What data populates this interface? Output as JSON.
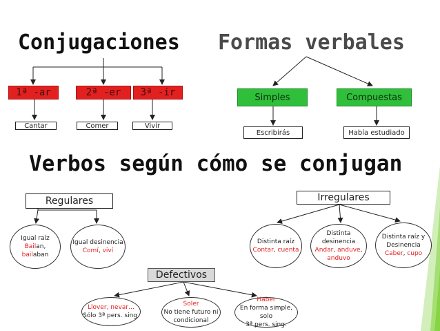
{
  "titles": {
    "conjugaciones": "Conjugaciones",
    "formas": "Formas verbales",
    "verbos": "Verbos según cómo se conjugan"
  },
  "conj": {
    "items": [
      {
        "label": "1ª -ar",
        "example": "Cantar"
      },
      {
        "label": "2ª -er",
        "example": "Comer"
      },
      {
        "label": "3ª -ir",
        "example": "Vivir"
      }
    ]
  },
  "formas": {
    "items": [
      {
        "label": "Simples",
        "example": "Escribirás"
      },
      {
        "label": "Compuestas",
        "example": "Había estudiado"
      }
    ]
  },
  "regulares": {
    "label": "Regulares",
    "a": {
      "l1": "Igual raíz",
      "l2a": "Bail",
      "l2b": "an, ",
      "l2c": "bail",
      "l2d": "aban"
    },
    "b": {
      "l1": "Igual desinencia",
      "l2a": "Comí",
      "l2b": ", ",
      "l2c": "viví"
    }
  },
  "irregulares": {
    "label": "Irregulares",
    "a": {
      "l1": "Distinta raíz",
      "l2a": "Contar",
      "l2b": ", ",
      "l2c": "cuenta"
    },
    "b": {
      "l1": "Distinta desinencia",
      "l2a": "Andar",
      "l2b": ", ",
      "l2c": "anduve",
      "l2d": ", ",
      "l2e": "anduvo"
    },
    "c": {
      "l1": "Distinta raíz y",
      "l2": "Desinencia",
      "l3a": "Caber",
      "l3b": ", ",
      "l3c": "cupo"
    }
  },
  "defectivos": {
    "label": "Defectivos",
    "a": {
      "l1": "Llover, nevar…",
      "l2": "Sólo 3ª pers. sing."
    },
    "b": {
      "l1": "Soler",
      "l2": "No tiene futuro ni",
      "l3": "condicional"
    },
    "c": {
      "l1": "Haber",
      "l2": "En forma simple,  solo",
      "l3": "3ª pers. sing."
    }
  },
  "colors": {
    "red": "#e32020",
    "green": "#2fbf3a",
    "deco": "#7fd13b"
  }
}
